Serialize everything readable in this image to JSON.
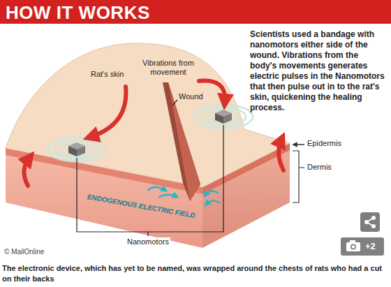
{
  "diagram": {
    "title": "HOW IT WORKS",
    "caption": "The electronic device, which has yet to be named, was wrapped around the chests of rats who had a cut on their backs",
    "labels": [
      "Scientists used a bandage with nanomotors either side of the wound. Vibrations from the body's movements generates electric pulses in the Nanomotors that then pulse out in to the rat's skin, quickening the healing process.",
      "Rat's skin",
      "Vibrations from movement",
      "Wound",
      "Epidermis",
      "Dermis",
      "ENDOGENOUS ELECTRIC FIELD",
      "Nanomotors",
      "© MailOnline",
      "+2"
    ]
  }
}
